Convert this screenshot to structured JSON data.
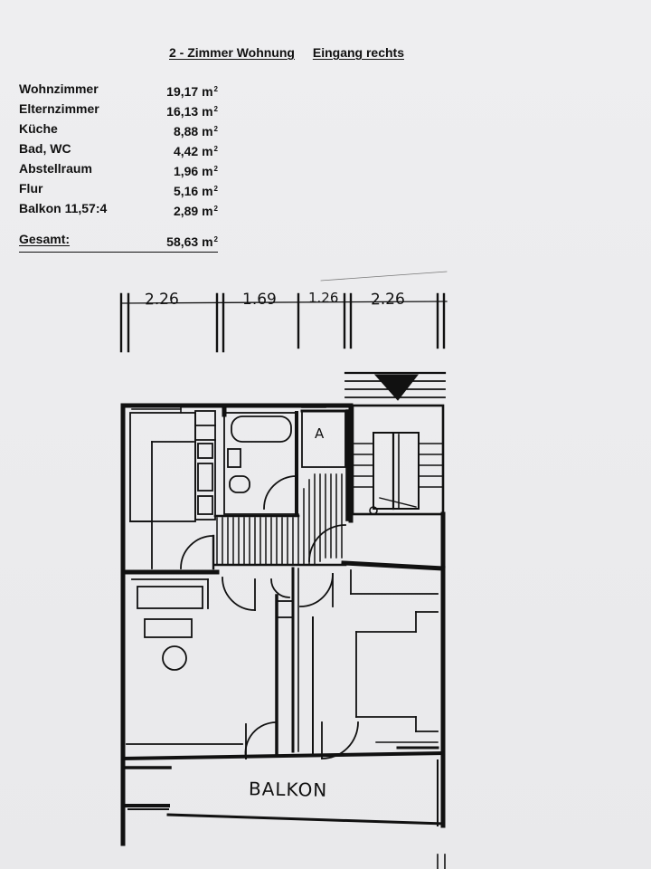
{
  "header": {
    "title": "2 - Zimmer Wohnung",
    "entrance": "Eingang rechts"
  },
  "areas": [
    {
      "room": "Wohnzimmer",
      "value": "19,17 m",
      "unit_sup": "2"
    },
    {
      "room": "Elternzimmer",
      "value": "16,13 m",
      "unit_sup": "2"
    },
    {
      "room": "Küche",
      "value": "8,88 m",
      "unit_sup": "2"
    },
    {
      "room": "Bad, WC",
      "value": "4,42 m",
      "unit_sup": "2"
    },
    {
      "room": "Abstellraum",
      "value": "1,96 m",
      "unit_sup": "2"
    },
    {
      "room": "Flur",
      "value": "5,16 m",
      "unit_sup": "2"
    },
    {
      "room": "Balkon 11,57:4",
      "value": "2,89 m",
      "unit_sup": "2"
    }
  ],
  "total": {
    "label": "Gesamt:",
    "value": "58,63 m",
    "unit_sup": "2"
  },
  "plan": {
    "dimensions": [
      "2.26",
      "1.69",
      "1.26",
      "2.26"
    ],
    "room_label_a": "A",
    "balcony_label": "BALKON"
  }
}
